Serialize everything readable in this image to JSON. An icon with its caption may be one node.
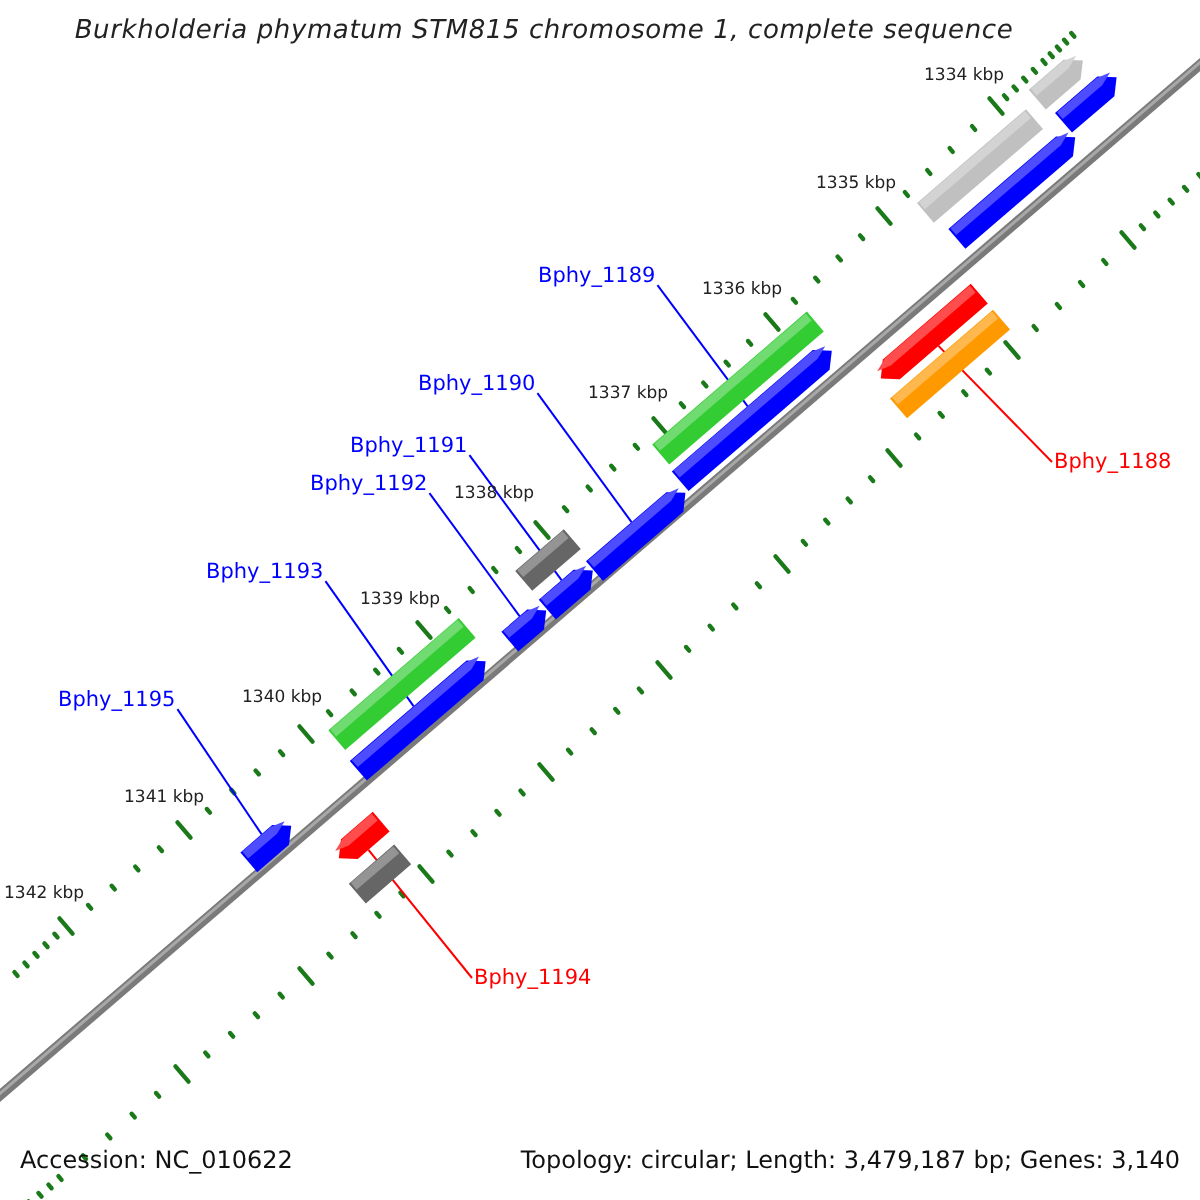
{
  "diagram": {
    "title": "Burkholderia phymatum STM815 chromosome 1, complete sequence",
    "nodes": [
      {
        "text": [
          "Bphy_1189"
        ]
      },
      {
        "text": [
          "Bphy_1190"
        ]
      },
      {
        "text": [
          "Bphy_1191"
        ]
      },
      {
        "text": [
          "Bphy_1188"
        ]
      },
      {
        "text": [
          "Bphy_1192"
        ]
      },
      {
        "text": [
          "Bphy_1193"
        ]
      },
      {
        "text": [
          "Bphy_1195"
        ]
      },
      {
        "text": [
          "Bphy_1194"
        ]
      },
      {
        "text": [],
        "shape": "arrow"
      },
      {
        "text": [],
        "shape": "arrow"
      },
      {
        "text": [],
        "shape": "box"
      },
      {
        "text": [],
        "shape": "arrow"
      },
      {
        "text": [],
        "shape": "arrow"
      },
      {
        "text": [],
        "shape": "box"
      },
      {
        "text": [],
        "shape": "box"
      },
      {
        "text": [],
        "shape": "arrow"
      },
      {
        "text": [],
        "shape": "arrow"
      },
      {
        "text": [],
        "shape": "box"
      },
      {
        "text": [],
        "shape": "arrow"
      },
      {
        "text": [],
        "shape": "arrow"
      },
      {
        "text": [],
        "shape": "box"
      },
      {
        "text": [],
        "shape": "arrow"
      },
      {
        "text": [],
        "shape": "arrow"
      },
      {
        "text": [],
        "shape": "arrow"
      },
      {
        "text": [],
        "shape": "box"
      }
    ],
    "edges": [
      {
        "from": 0,
        "to": 15,
        "arrow": "none",
        "color": "#0000ff"
      },
      {
        "from": 1,
        "to": 16,
        "arrow": "none",
        "color": "#0000ff"
      },
      {
        "from": 2,
        "to": 18,
        "arrow": "none",
        "color": "#0000ff"
      },
      {
        "from": 3,
        "to": 12,
        "arrow": "none",
        "color": "#ff0000"
      },
      {
        "from": 4,
        "to": 19,
        "arrow": "none",
        "color": "#0000ff"
      },
      {
        "from": 5,
        "to": 21,
        "arrow": "none",
        "color": "#0000ff"
      },
      {
        "from": 6,
        "to": 23,
        "arrow": "none",
        "color": "#0000ff"
      },
      {
        "from": 7,
        "to": 22,
        "arrow": "none",
        "color": "#ff0000"
      }
    ],
    "labels": [
      "1334 kbp",
      "1335 kbp",
      "1336 kbp",
      "1337 kbp",
      "1338 kbp",
      "1339 kbp",
      "1340 kbp",
      "1341 kbp",
      "1342 kbp",
      "Accession: NC_010622",
      "Topology: circular; Length: 3,479,187 bp; Genes: 3,140"
    ]
  }
}
